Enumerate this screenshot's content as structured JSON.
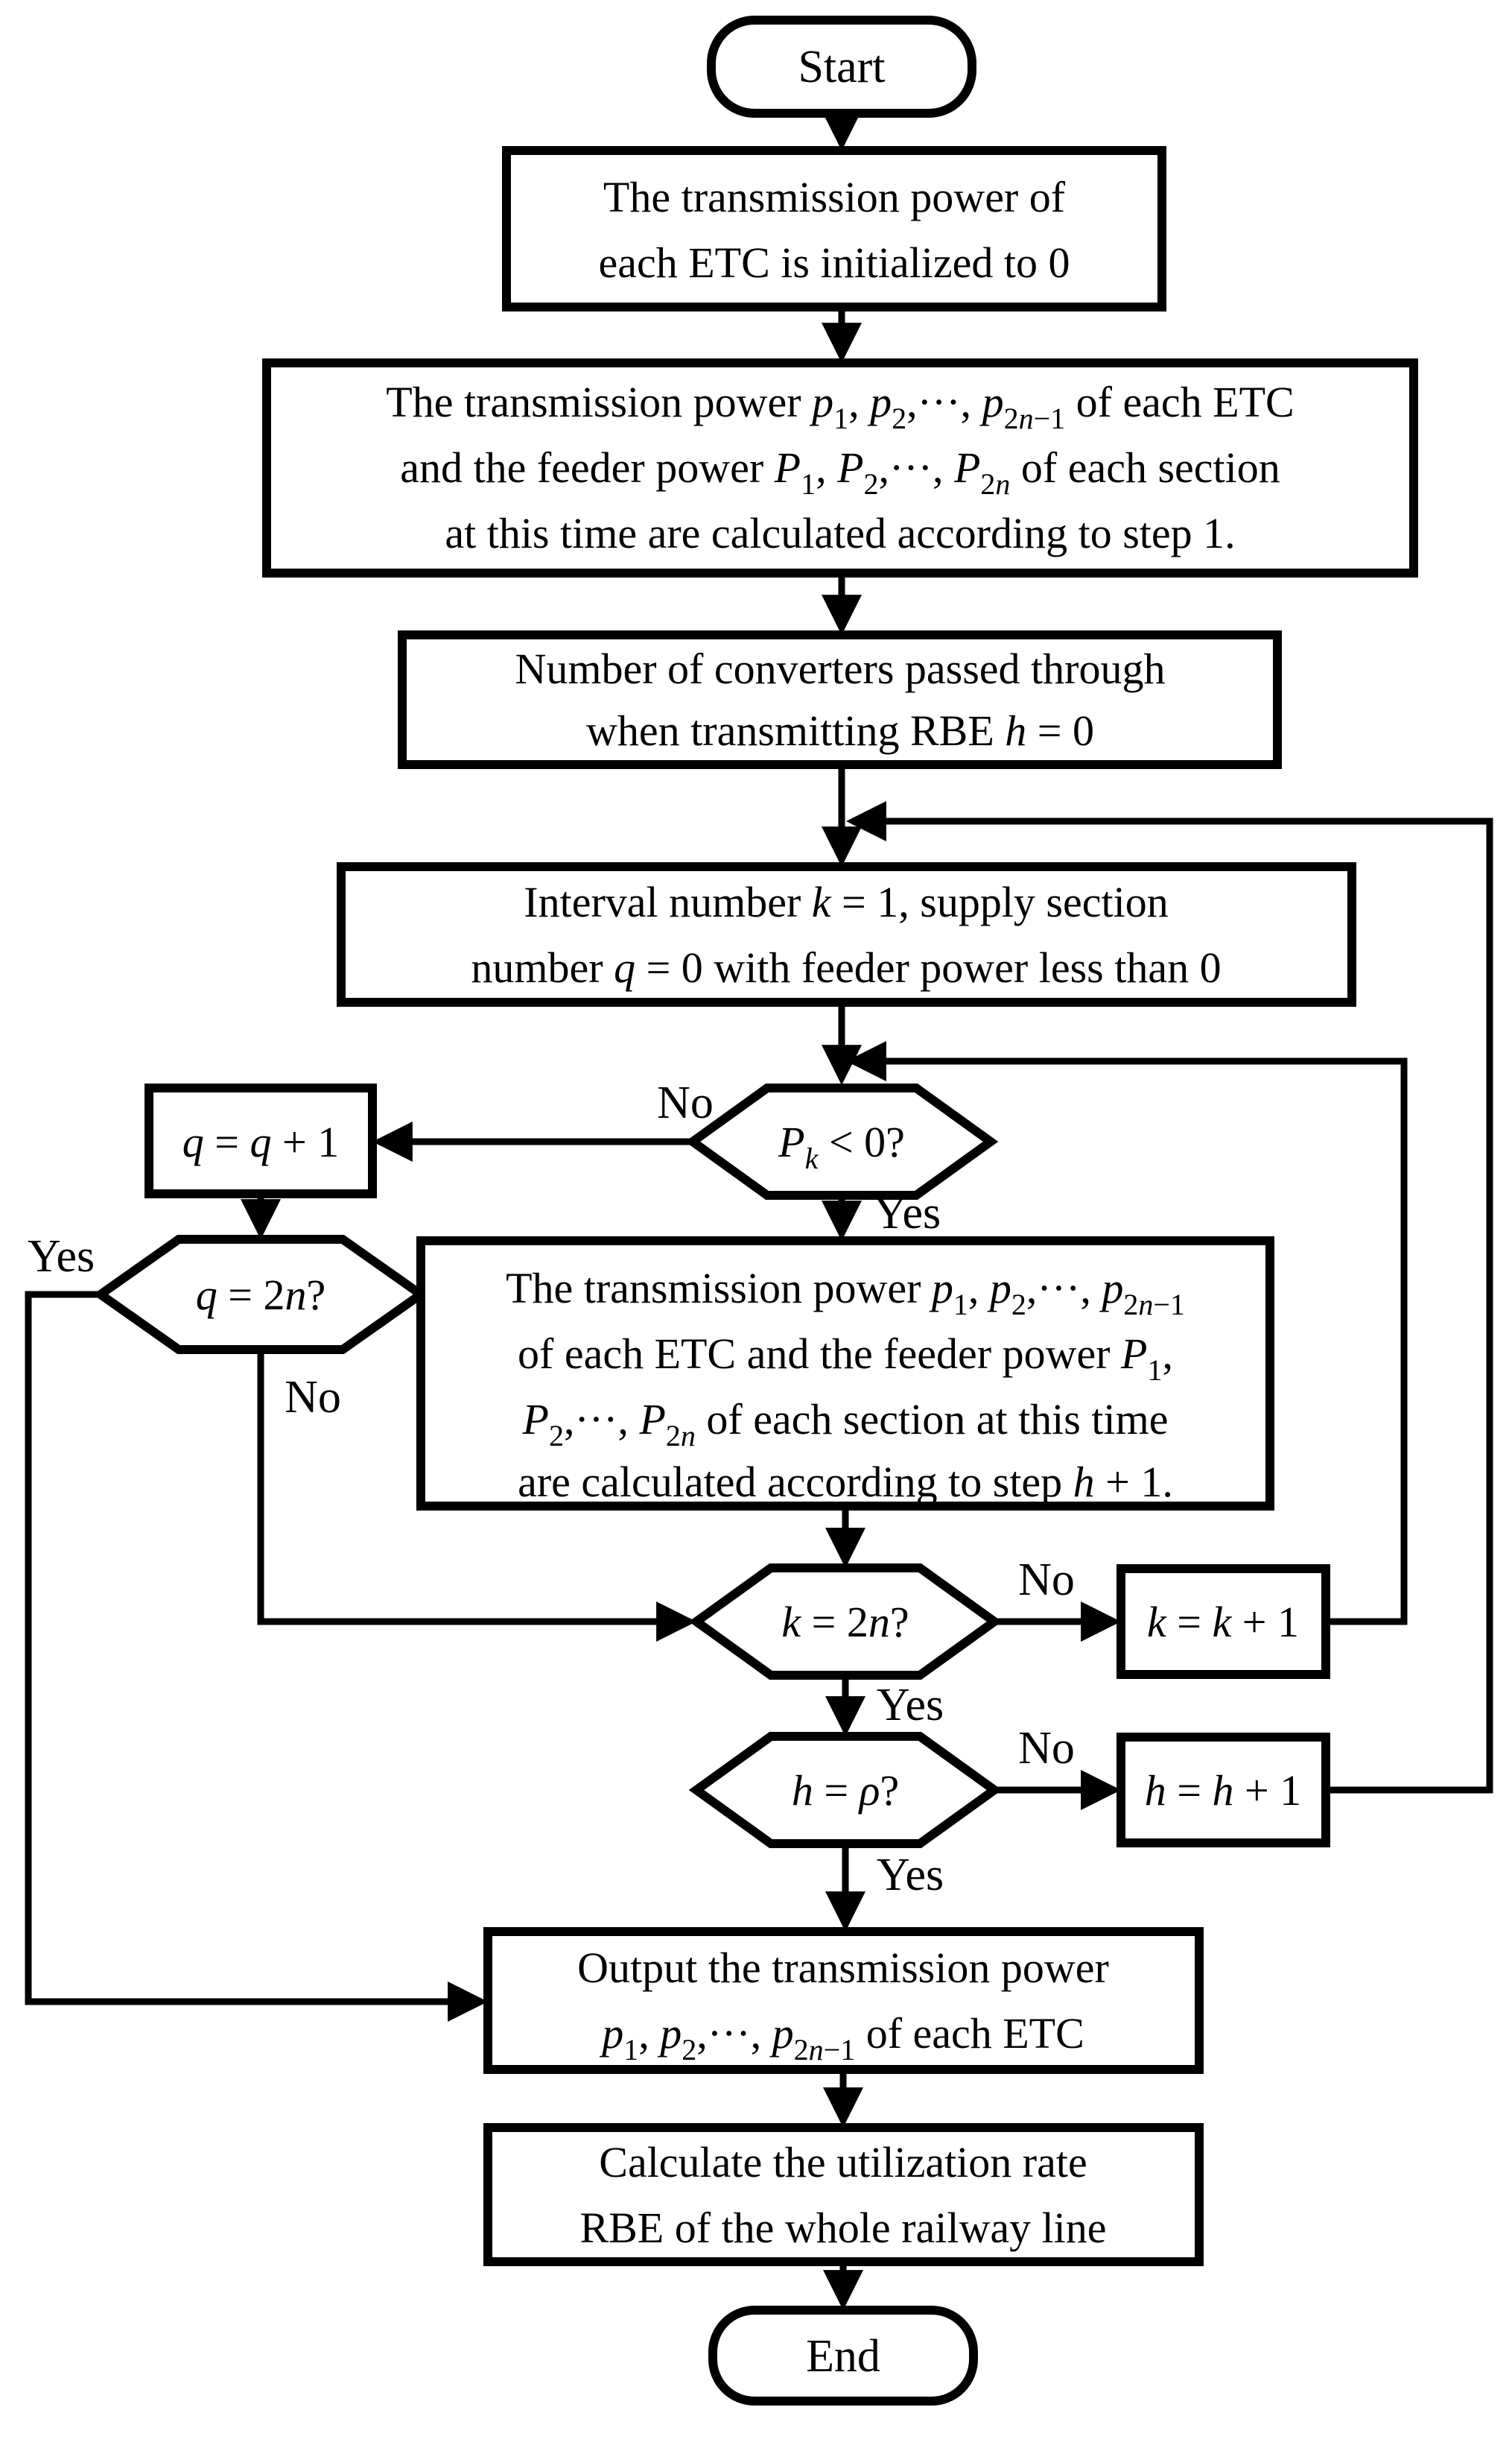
{
  "diagram": {
    "type": "flowchart",
    "background_color": "#ffffff",
    "line_color": "#000000",
    "text_color": "#000000"
  },
  "nodes": {
    "start": {
      "shape": "terminator",
      "label": "Start"
    },
    "init": {
      "shape": "process",
      "lines": [
        [
          [
            "r",
            "The transmission power of"
          ]
        ],
        [
          [
            "r",
            "each ETC is initialized to 0"
          ]
        ]
      ]
    },
    "step1": {
      "shape": "process",
      "lines": [
        [
          [
            "r",
            "The transmission power "
          ],
          [
            "i",
            "p"
          ],
          [
            "sub",
            "1"
          ],
          [
            "r",
            ", "
          ],
          [
            "i",
            "p"
          ],
          [
            "sub",
            "2"
          ],
          [
            "r",
            ",···, "
          ],
          [
            "i",
            "p"
          ],
          [
            "sub",
            "2"
          ],
          [
            "subi",
            "n"
          ],
          [
            "sub",
            "−1"
          ],
          [
            "r",
            " of each ETC"
          ]
        ],
        [
          [
            "r",
            "and the feeder power "
          ],
          [
            "i",
            "P"
          ],
          [
            "sub",
            "1"
          ],
          [
            "r",
            ", "
          ],
          [
            "i",
            "P"
          ],
          [
            "sub",
            "2"
          ],
          [
            "r",
            ",···, "
          ],
          [
            "i",
            "P"
          ],
          [
            "sub",
            "2"
          ],
          [
            "subi",
            "n"
          ],
          [
            "r",
            " of each section"
          ]
        ],
        [
          [
            "r",
            "at this time are calculated according to step 1."
          ]
        ]
      ]
    },
    "converters": {
      "shape": "process",
      "lines": [
        [
          [
            "r",
            "Number of converters passed through"
          ]
        ],
        [
          [
            "r",
            "when transmitting RBE "
          ],
          [
            "i",
            "h"
          ],
          [
            "r",
            " = 0"
          ]
        ]
      ]
    },
    "interval": {
      "shape": "process",
      "lines": [
        [
          [
            "r",
            "Interval number "
          ],
          [
            "i",
            "k"
          ],
          [
            "r",
            " = 1, supply section"
          ]
        ],
        [
          [
            "r",
            "number "
          ],
          [
            "i",
            "q"
          ],
          [
            "r",
            " = 0 with feeder power less than 0"
          ]
        ]
      ]
    },
    "pk_check": {
      "shape": "decision",
      "lines": [
        [
          [
            "i",
            "P"
          ],
          [
            "subi",
            "k"
          ],
          [
            "r",
            " < 0?"
          ]
        ]
      ]
    },
    "q_inc": {
      "shape": "process",
      "lines": [
        [
          [
            "i",
            "q"
          ],
          [
            "r",
            " = "
          ],
          [
            "i",
            "q"
          ],
          [
            "r",
            " + 1"
          ]
        ]
      ]
    },
    "q2n_check": {
      "shape": "decision",
      "lines": [
        [
          [
            "i",
            "q"
          ],
          [
            "r",
            " = 2"
          ],
          [
            "i",
            "n"
          ],
          [
            "r",
            "?"
          ]
        ]
      ]
    },
    "step_h": {
      "shape": "process",
      "lines": [
        [
          [
            "r",
            "The transmission power "
          ],
          [
            "i",
            "p"
          ],
          [
            "sub",
            "1"
          ],
          [
            "r",
            ", "
          ],
          [
            "i",
            "p"
          ],
          [
            "sub",
            "2"
          ],
          [
            "r",
            ",···, "
          ],
          [
            "i",
            "p"
          ],
          [
            "sub",
            "2"
          ],
          [
            "subi",
            "n"
          ],
          [
            "sub",
            "−1"
          ]
        ],
        [
          [
            "r",
            "of each ETC and the feeder power "
          ],
          [
            "i",
            "P"
          ],
          [
            "sub",
            "1"
          ],
          [
            "r",
            ","
          ]
        ],
        [
          [
            "i",
            "P"
          ],
          [
            "sub",
            "2"
          ],
          [
            "r",
            ",···, "
          ],
          [
            "i",
            "P"
          ],
          [
            "sub",
            "2"
          ],
          [
            "subi",
            "n"
          ],
          [
            "r",
            " of each section at this time"
          ]
        ],
        [
          [
            "r",
            "are calculated according to step "
          ],
          [
            "i",
            "h"
          ],
          [
            "r",
            " + 1."
          ]
        ]
      ]
    },
    "k2n_check": {
      "shape": "decision",
      "lines": [
        [
          [
            "i",
            "k"
          ],
          [
            "r",
            " = 2"
          ],
          [
            "i",
            "n"
          ],
          [
            "r",
            "?"
          ]
        ]
      ]
    },
    "k_inc": {
      "shape": "process",
      "lines": [
        [
          [
            "i",
            "k"
          ],
          [
            "r",
            " = "
          ],
          [
            "i",
            "k"
          ],
          [
            "r",
            " + 1"
          ]
        ]
      ]
    },
    "h_check": {
      "shape": "decision",
      "lines": [
        [
          [
            "i",
            "h"
          ],
          [
            "r",
            " = "
          ],
          [
            "i",
            "ρ"
          ],
          [
            "r",
            "?"
          ]
        ]
      ]
    },
    "h_inc": {
      "shape": "process",
      "lines": [
        [
          [
            "i",
            "h"
          ],
          [
            "r",
            " = "
          ],
          [
            "i",
            "h"
          ],
          [
            "r",
            " + 1"
          ]
        ]
      ]
    },
    "output": {
      "shape": "process",
      "lines": [
        [
          [
            "r",
            "Output the transmission power"
          ]
        ],
        [
          [
            "i",
            "p"
          ],
          [
            "sub",
            "1"
          ],
          [
            "r",
            ", "
          ],
          [
            "i",
            "p"
          ],
          [
            "sub",
            "2"
          ],
          [
            "r",
            ",···, "
          ],
          [
            "i",
            "p"
          ],
          [
            "sub",
            "2"
          ],
          [
            "subi",
            "n"
          ],
          [
            "sub",
            "−1"
          ],
          [
            "r",
            " of each ETC"
          ]
        ]
      ]
    },
    "calc": {
      "shape": "process",
      "lines": [
        [
          [
            "r",
            "Calculate the utilization rate"
          ]
        ],
        [
          [
            "r",
            "RBE of the whole railway line"
          ]
        ]
      ]
    },
    "end": {
      "shape": "terminator",
      "label": "End"
    }
  },
  "edge_labels": {
    "pk_no": "No",
    "pk_yes": "Yes",
    "q2n_yes": "Yes",
    "q2n_no": "No",
    "k2n_no": "No",
    "k2n_yes": "Yes",
    "h_no": "No",
    "h_yes": "Yes"
  }
}
